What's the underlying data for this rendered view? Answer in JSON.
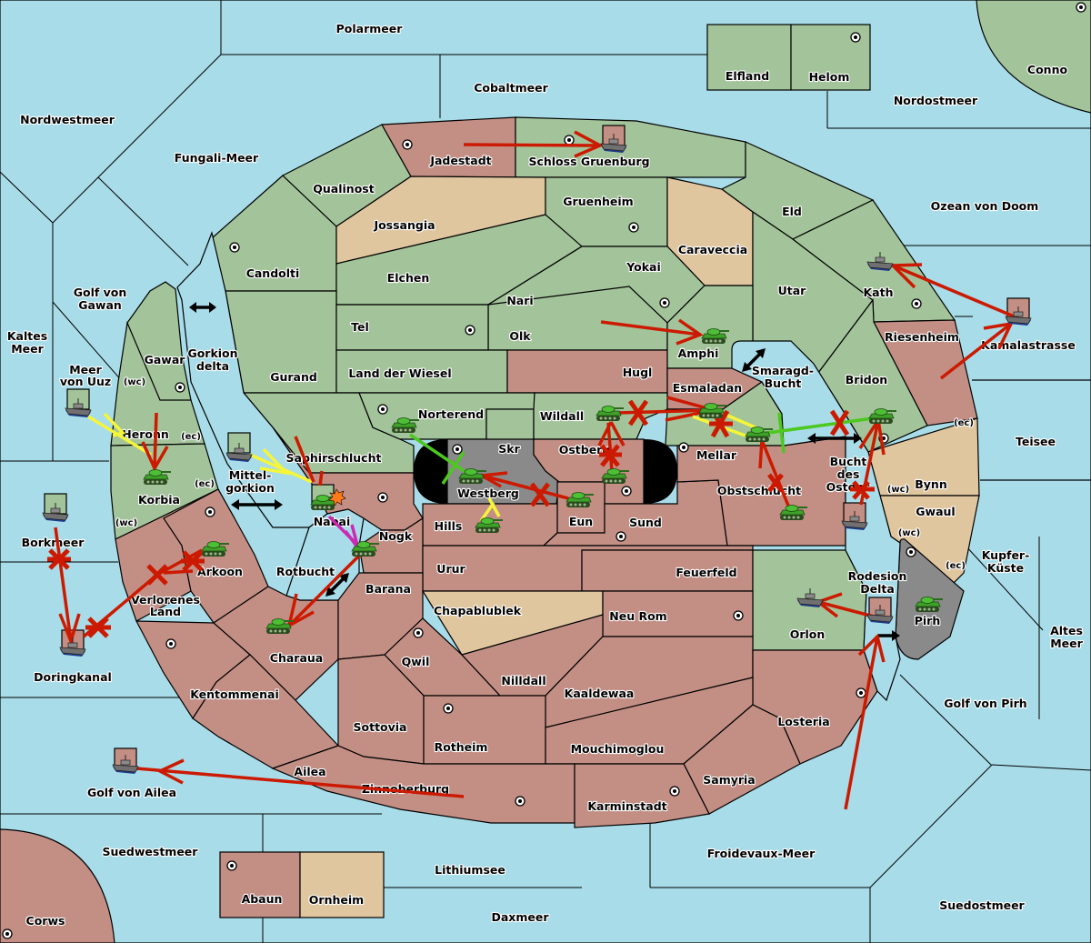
{
  "map": {
    "title": "Diplomacy map",
    "colors": {
      "sea": "#a8dce9",
      "green_power": "#a3c49a",
      "red_power": "#c38f85",
      "neutral_tan": "#e0c69f",
      "impassable_gray": "#8a8a8a",
      "order_move": "#cc1a00",
      "order_support": "#f5f53a",
      "order_support_green": "#4cc81e",
      "order_retreat": "#cc2ab4"
    },
    "seas": [
      "Polarmeer",
      "Cobaltmeer",
      "Nordwestmeer",
      "Fungali-Meer",
      "Nordostmeer",
      "Ozean von Doom",
      "Golf von Gawan",
      "Kaltes Meer",
      "Meer von Uuz",
      "Gorkion delta",
      "Mittel-gorkion",
      "Borkmeer",
      "Doringkanal",
      "Rotbucht",
      "Golf von Ailea",
      "Suedwestmeer",
      "Lithiumsee",
      "Daxmeer",
      "Froidevaux-Meer",
      "Suedostmeer",
      "Golf von Pirh",
      "Altes Meer",
      "Kupfer-Küste",
      "Teisee",
      "Kamalastrasse",
      "Smaragd-Bucht",
      "Bucht des Ostens",
      "Rodesion Delta"
    ],
    "labels": {
      "polarmeer": "Polarmeer",
      "cobaltmeer": "Cobaltmeer",
      "nordwestmeer": "Nordwestmeer",
      "fungali": "Fungali-Meer",
      "nordostmeer": "Nordostmeer",
      "ozean": "Ozean von Doom",
      "golf_gawan_1": "Golf von",
      "golf_gawan_2": "Gawan",
      "kaltes_1": "Kaltes",
      "kaltes_2": "Meer",
      "uuz_1": "Meer",
      "uuz_2": "von Uuz",
      "gorkion_1": "Gorkion",
      "gorkion_2": "delta",
      "mittel_1": "Mittel-",
      "mittel_2": "gorkion",
      "borkmeer": "Borkmeer",
      "doringkanal": "Doringkanal",
      "rotbucht": "Rotbucht",
      "golf_ailea": "Golf von Ailea",
      "suedwestmeer": "Suedwestmeer",
      "lithiumsee": "Lithiumsee",
      "daxmeer": "Daxmeer",
      "froidevaux": "Froidevaux-Meer",
      "suedostmeer": "Suedostmeer",
      "golf_pirh": "Golf von Pirh",
      "altes_1": "Altes",
      "altes_2": "Meer",
      "kupfer_1": "Kupfer-",
      "kupfer_2": "Küste",
      "teisee": "Teisee",
      "kamala": "Kamalastrasse",
      "smaragd_1": "Smaragd-",
      "smaragd_2": "Bucht",
      "bucht_1": "Bucht",
      "bucht_2": "des",
      "bucht_3": "Ostens",
      "rodesion_1": "Rodesion",
      "rodesion_2": "Delta",
      "elfland": "Elfland",
      "helom": "Helom",
      "conno": "Conno",
      "jadestadt": "Jadestadt",
      "schloss": "Schloss Gruenburg",
      "qualinost": "Qualinost",
      "jossangia": "Jossangia",
      "gruenheim": "Gruenheim",
      "caraveccia": "Caraveccia",
      "eld": "Eld",
      "candolti": "Candolti",
      "elchen": "Elchen",
      "yokai": "Yokai",
      "nari": "Nari",
      "utar": "Utar",
      "kath": "Kath",
      "tel": "Tel",
      "olk": "Olk",
      "amphi": "Amphi",
      "gurand": "Gurand",
      "land_wiesel": "Land der Wiesel",
      "hugl": "Hugl",
      "esmaladan": "Esmaladan",
      "riesenheim": "Riesenheim",
      "bridon": "Bridon",
      "gawar": "Gawar",
      "heronn": "Heronn",
      "korbia": "Korbia",
      "norterend": "Norterend",
      "skr": "Skr",
      "wildall": "Wildall",
      "ostberg": "Ostberg",
      "mellar": "Mellar",
      "westberg": "Westberg",
      "saphir": "Saphirschlucht",
      "nabai": "Nabai",
      "hills": "Hills",
      "eun": "Eun",
      "sund": "Sund",
      "obstschlucht": "Obstschlucht",
      "bynn": "Bynn",
      "gwaul": "Gwaul",
      "pirh": "Pirh",
      "nogk": "Nogk",
      "arkoon": "Arkoon",
      "verloren_1": "Verlorenes",
      "verloren_2": "Land",
      "barana": "Barana",
      "urur": "Urur",
      "feuerfeld": "Feuerfeld",
      "chapa": "Chapablublek",
      "neurom": "Neu Rom",
      "orlon": "Orlon",
      "charaua": "Charaua",
      "qwil": "Qwil",
      "nilldall": "Nilldall",
      "kaaldewaa": "Kaaldewaa",
      "losteria": "Losteria",
      "kentommenai": "Kentommenai",
      "sottovia": "Sottovia",
      "rotheim": "Rotheim",
      "mouchimoglou": "Mouchimoglou",
      "ailea": "Ailea",
      "samyria": "Samyria",
      "zinnoberburg": "Zinnoberburg",
      "karminstadt": "Karminstadt",
      "abaun": "Abaun",
      "ornheim": "Ornheim",
      "corws": "Corws"
    },
    "coasts": {
      "wc": "(wc)",
      "ec": "(ec)"
    },
    "units": [
      {
        "type": "fleet",
        "location": "Schloss Gruenburg",
        "power": "red"
      },
      {
        "type": "fleet",
        "location": "Kath",
        "power": "green"
      },
      {
        "type": "fleet",
        "location": "Kamalastrasse",
        "power": "red"
      },
      {
        "type": "army",
        "location": "Amphi",
        "power": "green"
      },
      {
        "type": "fleet",
        "location": "Meer von Uuz",
        "power": "green"
      },
      {
        "type": "army",
        "location": "Korbia",
        "power": "green"
      },
      {
        "type": "fleet",
        "location": "Mittel-gorkion",
        "power": "green"
      },
      {
        "type": "army",
        "location": "Nabai",
        "power": "green",
        "dislodged": true
      },
      {
        "type": "fleet",
        "location": "Borkmeer",
        "power": "green"
      },
      {
        "type": "fleet",
        "location": "Doringkanal",
        "power": "red"
      },
      {
        "type": "army",
        "location": "Arkoon",
        "power": "green"
      },
      {
        "type": "army",
        "location": "Nogk",
        "power": "green"
      },
      {
        "type": "army",
        "location": "Charaua",
        "power": "green"
      },
      {
        "type": "fleet",
        "location": "Golf von Ailea",
        "power": "red"
      },
      {
        "type": "army",
        "location": "Norterend",
        "power": "green"
      },
      {
        "type": "army",
        "location": "Westberg",
        "power": "green"
      },
      {
        "type": "army",
        "location": "Hills",
        "power": "green"
      },
      {
        "type": "army",
        "location": "Eun",
        "power": "green"
      },
      {
        "type": "army",
        "location": "Wildall",
        "power": "green"
      },
      {
        "type": "army",
        "location": "Ostberg",
        "power": "green"
      },
      {
        "type": "army",
        "location": "Esmaladan",
        "power": "green"
      },
      {
        "type": "army",
        "location": "Mellar",
        "power": "green"
      },
      {
        "type": "army",
        "location": "Obstschlucht",
        "power": "green"
      },
      {
        "type": "army",
        "location": "Bridon",
        "power": "green"
      },
      {
        "type": "fleet",
        "location": "Bucht des Ostens",
        "power": "red"
      },
      {
        "type": "fleet",
        "location": "Orlon",
        "power": "green"
      },
      {
        "type": "fleet",
        "location": "Rodesion Delta",
        "power": "red"
      },
      {
        "type": "army",
        "location": "Pirh",
        "power": "green"
      }
    ]
  }
}
